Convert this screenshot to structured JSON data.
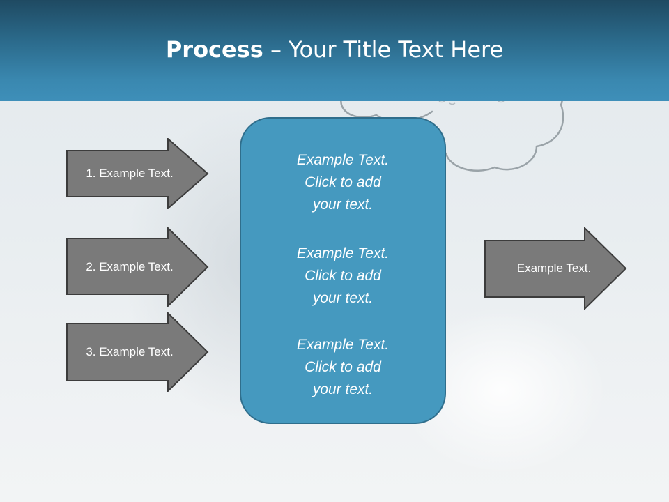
{
  "header": {
    "title_bold": "Process",
    "title_rest": " – Your Title Text Here"
  },
  "steps": [
    {
      "label": "1. Example Text."
    },
    {
      "label": "2. Example Text."
    },
    {
      "label": "3. Example Text."
    }
  ],
  "center": {
    "blocks": [
      {
        "line1": "Example Text.",
        "line2": "Click  to add",
        "line3": "your text."
      },
      {
        "line1": "Example Text.",
        "line2": "Click  to add",
        "line3": "your text."
      },
      {
        "line1": "Example Text.",
        "line2": "Click  to add",
        "line3": "your text."
      }
    ]
  },
  "output": {
    "label": "Example Text."
  },
  "colors": {
    "header": "#3a88b0",
    "arrow_fill": "#7a7a7a",
    "box_fill": "#4599bf",
    "box_border": "#2f6e8c"
  }
}
